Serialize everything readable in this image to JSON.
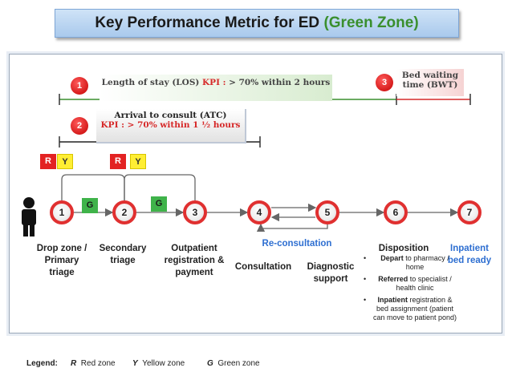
{
  "title": {
    "main": "Key Performance Metric for ED",
    "zone": "(Green Zone)"
  },
  "kpis": [
    {
      "num": "1",
      "label": "Length of stay (LOS)",
      "kpi": "KPI :",
      "value": "> 70% within 2 hours"
    },
    {
      "num": "2",
      "label": "Arrival to consult (ATC)",
      "kpi": "KPI :",
      "value": "> 70% within 1 ½ hours"
    },
    {
      "num": "3",
      "label": "Bed waiting time (BWT)"
    }
  ],
  "zones": {
    "r": "R",
    "y": "Y",
    "g": "G"
  },
  "nodes": [
    "1",
    "2",
    "3",
    "4",
    "5",
    "6",
    "7"
  ],
  "steps": {
    "drop_zone": "Drop zone / Primary triage",
    "secondary": "Secondary triage",
    "outpatient": "Outpatient registration & payment",
    "consultation": "Consultation",
    "diagnostic": "Diagnostic support",
    "reconsult": "Re-consultation",
    "disposition": "Disposition",
    "inpatient": "Inpatient bed ready"
  },
  "disposition_items": [
    {
      "bold": "Depart",
      "rest": " to pharmacy / home"
    },
    {
      "bold": "Referred",
      "rest": " to specialist / health clinic"
    },
    {
      "bold": "Inpatient",
      "rest": " registration & bed assignment (patient can move to patient pond)"
    }
  ],
  "legend": {
    "title": "Legend:",
    "items": [
      {
        "code": "R",
        "text": "Red zone"
      },
      {
        "code": "Y",
        "text": "Yellow zone"
      },
      {
        "code": "G",
        "text": "Green zone"
      }
    ]
  },
  "colors": {
    "red": "#e03030",
    "green": "#3a8f2e",
    "blue": "#2e6fd1",
    "yellow": "#ffee33"
  }
}
